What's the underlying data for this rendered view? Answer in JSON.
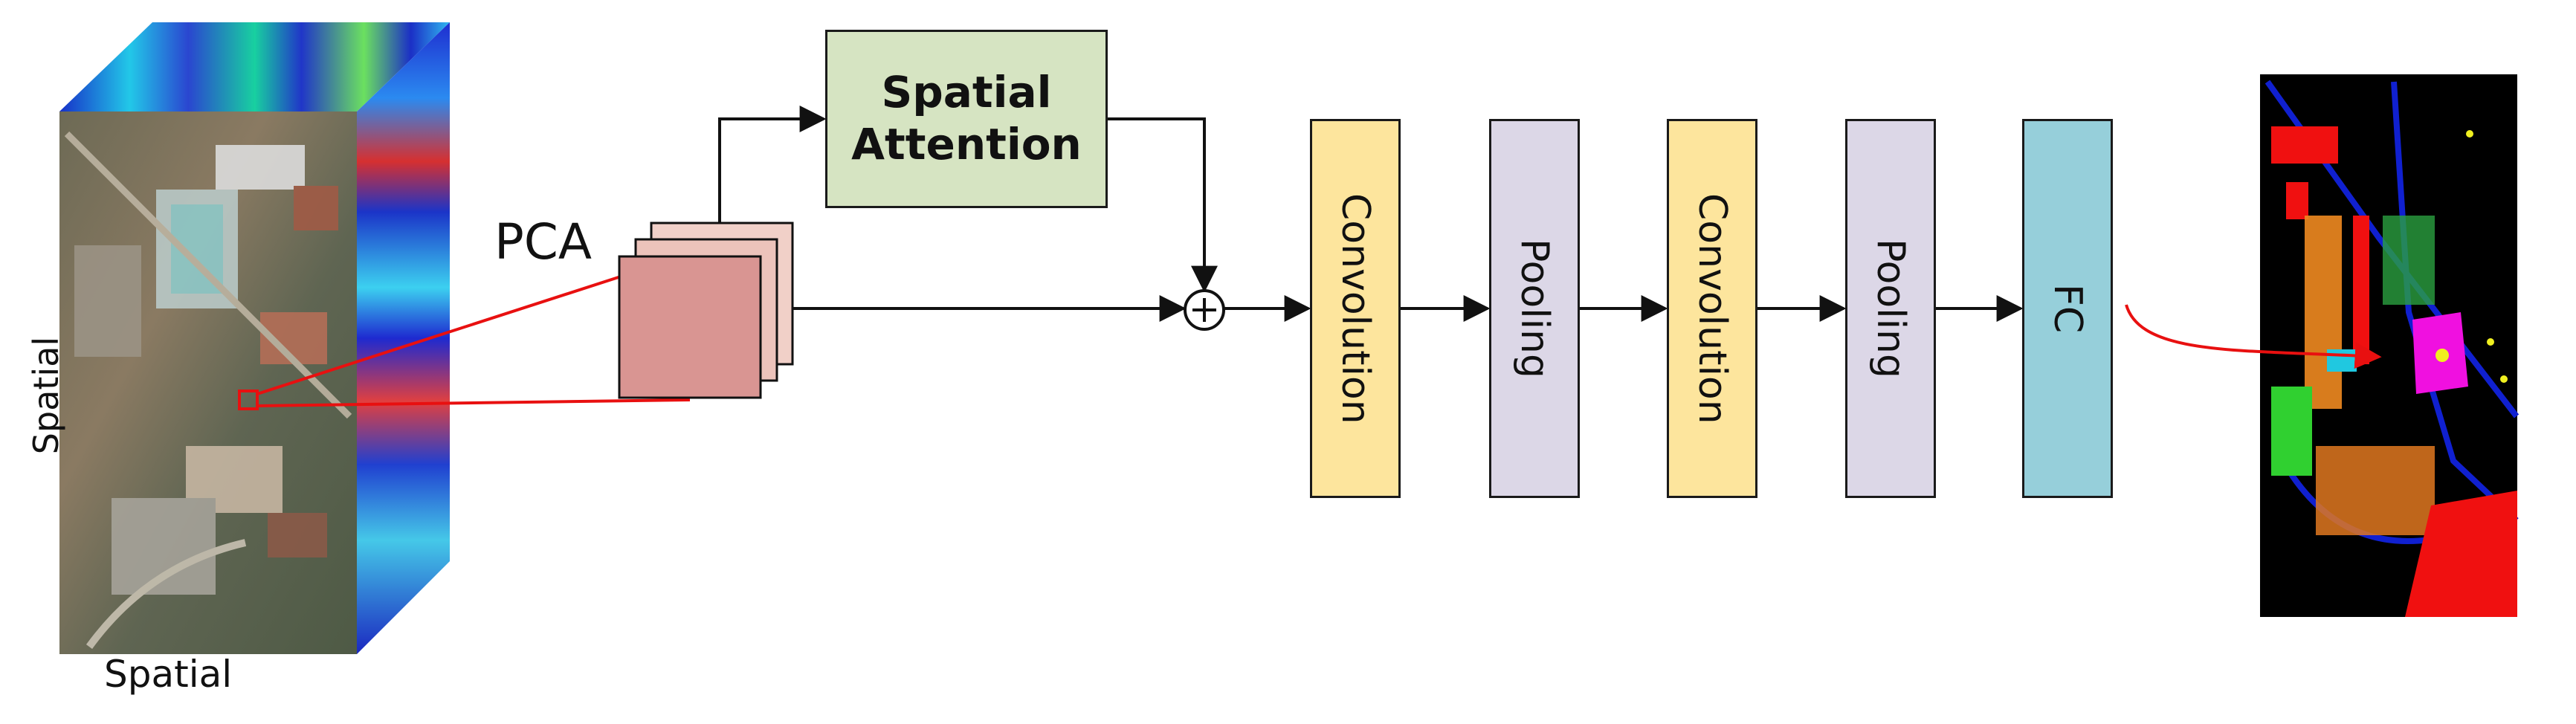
{
  "labels": {
    "spatial_side": "Spatial",
    "spatial_bottom": "Spatial",
    "pca": "PCA",
    "attention": "Spatial Attention"
  },
  "blocks": [
    {
      "label": "Convolution",
      "kind": "conv"
    },
    {
      "label": "Pooling",
      "kind": "pool"
    },
    {
      "label": "Convolution",
      "kind": "conv"
    },
    {
      "label": "Pooling",
      "kind": "pool"
    },
    {
      "label": "FC",
      "kind": "fc"
    }
  ],
  "colors": {
    "attention_fill": "#d6e4c2",
    "conv_fill": "#fde59d",
    "pool_fill": "#dcd7e7",
    "fc_fill": "#96cfda",
    "patch_fill": "#d99592",
    "arrow_red": "#e81010"
  }
}
